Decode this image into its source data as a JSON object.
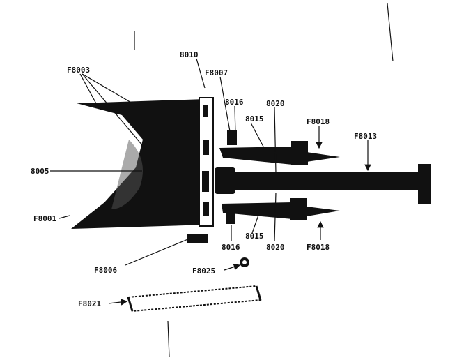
{
  "labels": {
    "f8003": "F8003",
    "f8010": "8010",
    "f8007": "F8007",
    "l8016_top": "8016",
    "l8020_top": "8020",
    "l8015_top": "8015",
    "f8018_top": "F8018",
    "f8013": "F8013",
    "l8005": "8005",
    "f8001": "F8001",
    "l8016_bot": "8016",
    "l8015_bot": "8015",
    "l8020_bot": "8020",
    "f8018_bot": "F8018",
    "f8006": "F8006",
    "f8025": "F8025",
    "f8021": "F8021"
  }
}
